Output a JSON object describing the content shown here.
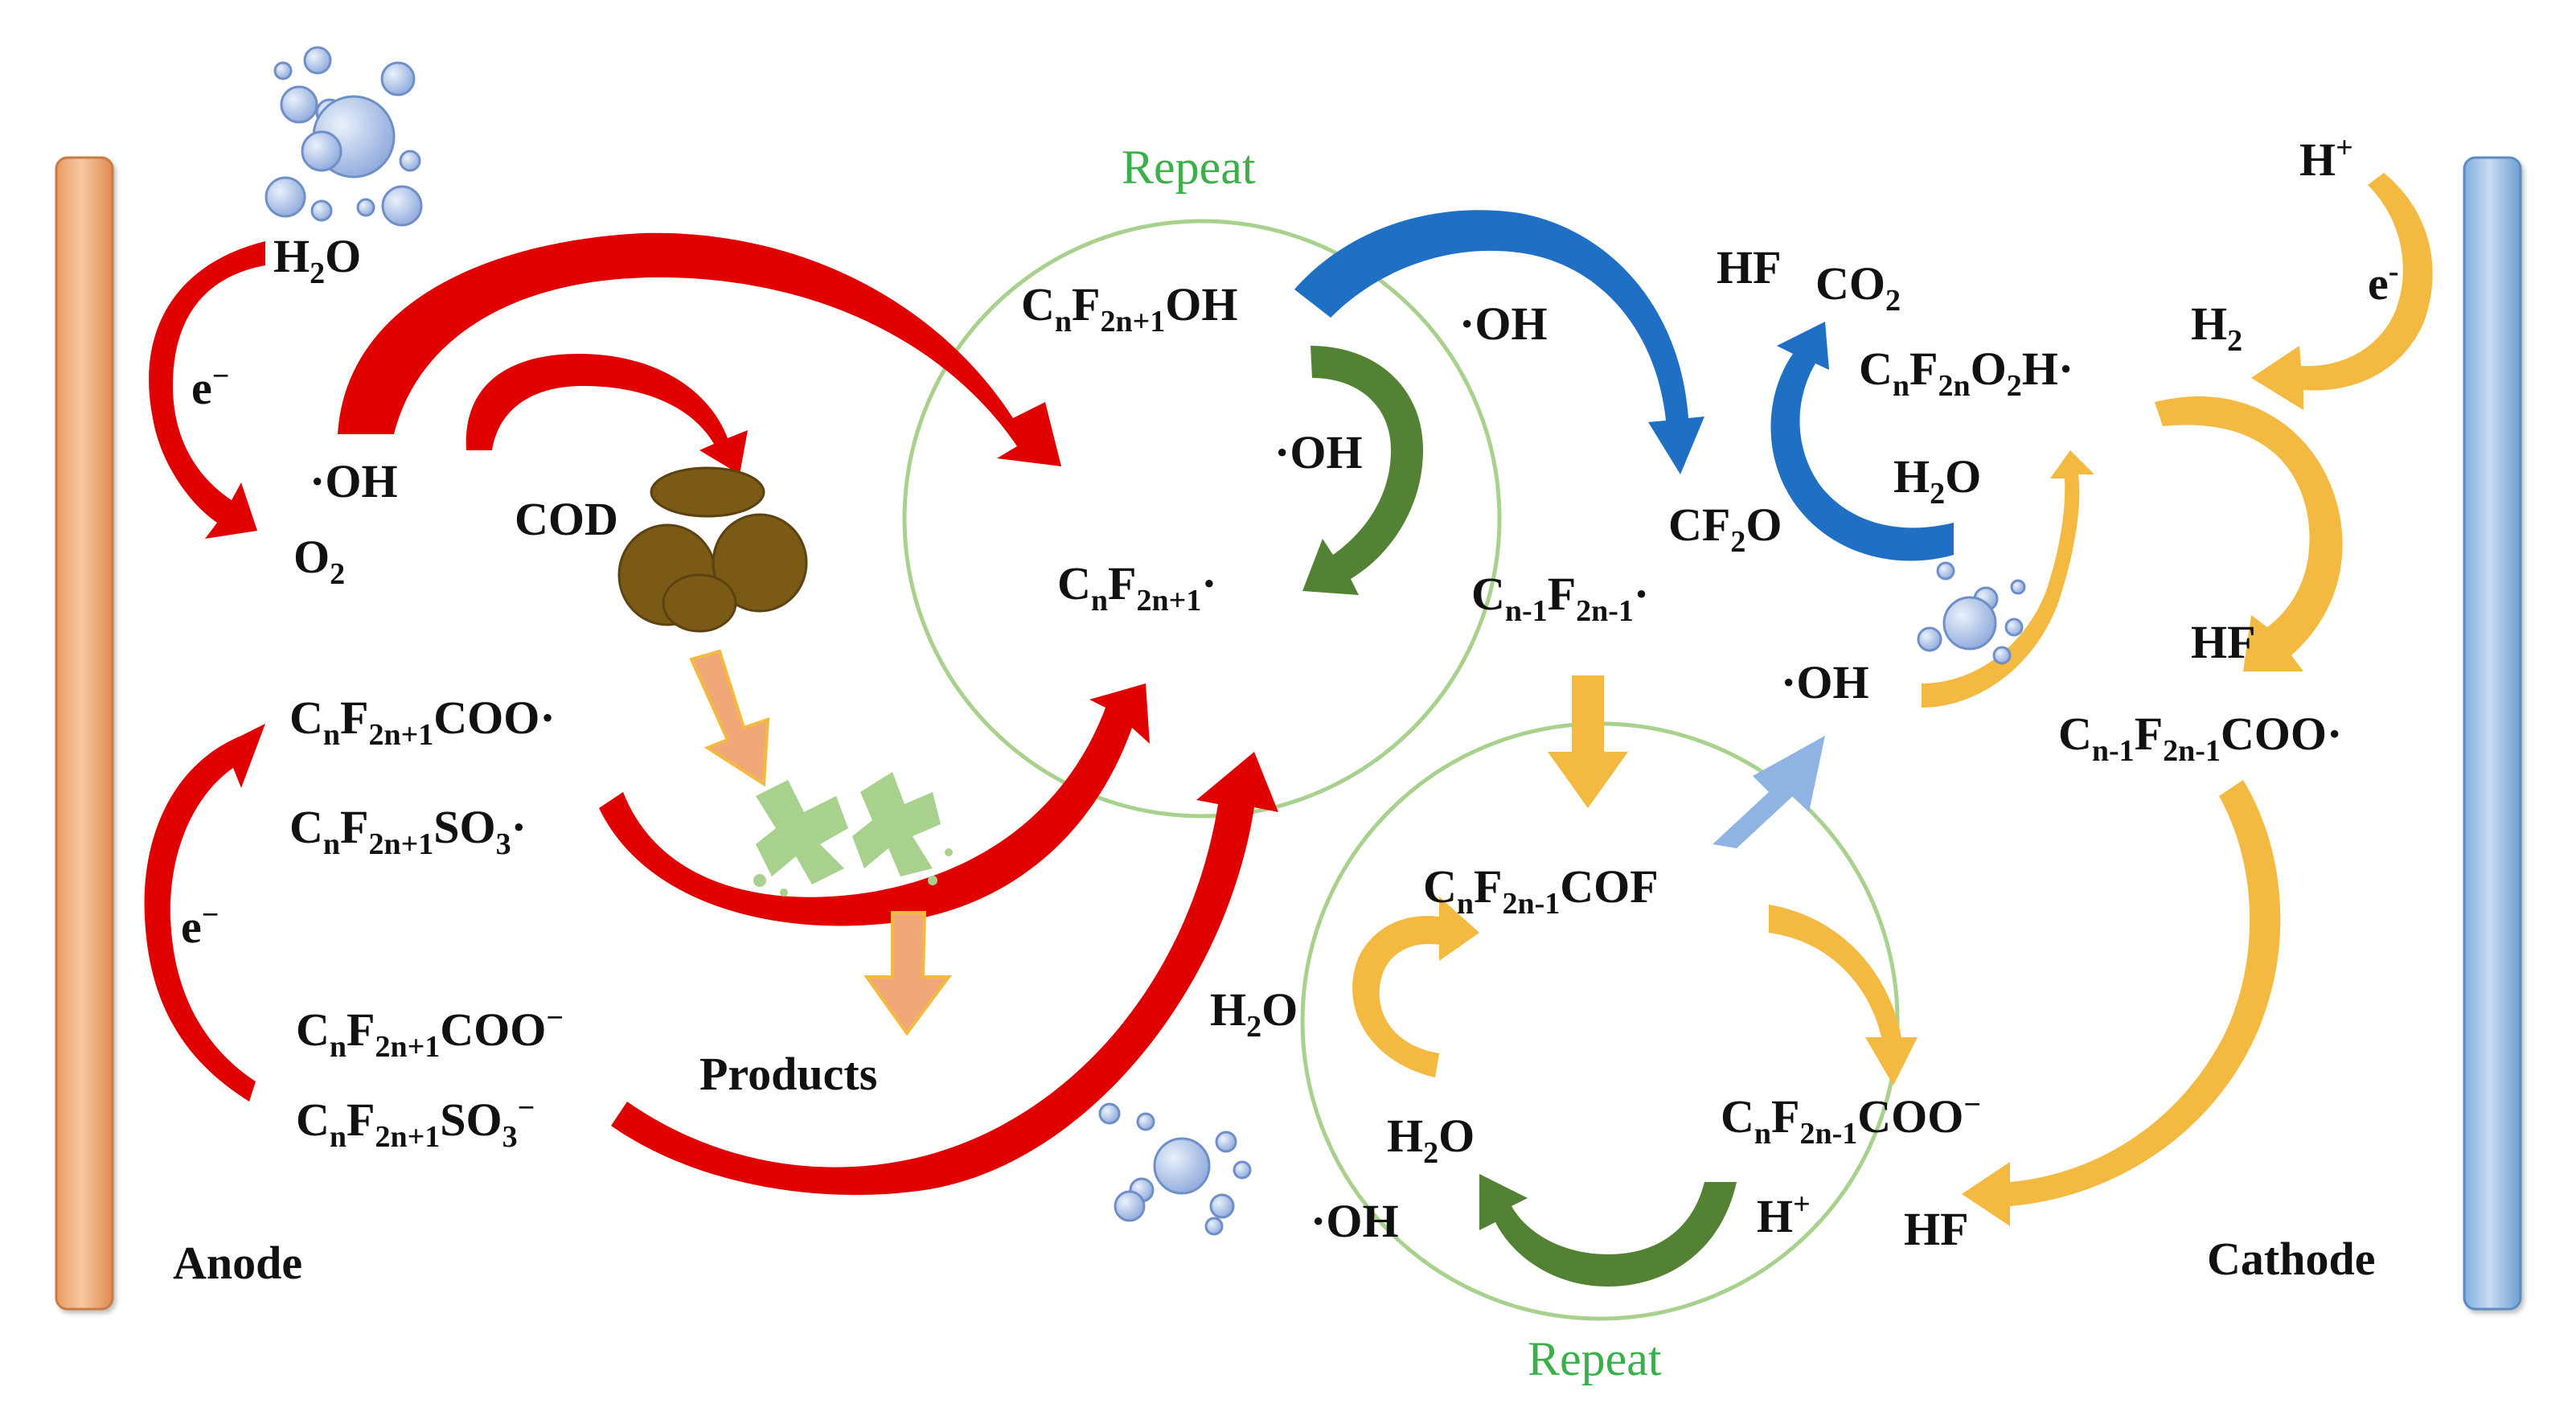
{
  "colors": {
    "anode": "#F4B183",
    "cathode": "#9DC3E6",
    "red_arrow": "#E00000",
    "blue_arrow": "#1F6FC5",
    "light_blue_arrow": "#8FB4E3",
    "green_arrow": "#548235",
    "gold_arrow": "#F4B940",
    "peach_arrow": "#F0A878",
    "cycle_circle": "#A9D18E",
    "repeat_text": "#3BB04A",
    "cod": "#7A5A14",
    "product_blob": "#A9D18E",
    "bubble": "#8FAADC"
  },
  "labels": {
    "anode": "Anode",
    "cathode": "Cathode",
    "repeat_top": "Repeat",
    "repeat_bottom": "Repeat",
    "products": "Products",
    "cod": "COD",
    "e_top": "e",
    "e_bottom": "e",
    "e_right": "e",
    "h2o_anode": "H",
    "oh_anode": "·OH",
    "o2_anode": "O",
    "r_coo_rad": "C",
    "r_so3_rad": "C",
    "r_coo_anion": "C",
    "r_so3_anion": "C",
    "r_oh": "C",
    "oh_cycle1": "·OH",
    "r_rad": "C",
    "oh_mid": "·OH",
    "cn1f2n1_rad": "C",
    "cf2o": "CF",
    "hf_top": "HF",
    "co2": "CO",
    "h2o_right": "H",
    "oh_right": "·OH",
    "cnf2no2h": "C",
    "h_plus_top": "H",
    "h2": "H",
    "hf_right": "HF",
    "cn1_coo_rad": "C",
    "cof": "C",
    "h2o_c2_left": "H",
    "h2o_c2_inner": "H",
    "oh_c2_bottom": "·OH",
    "coo_anion_c2": "C",
    "h_plus_c2": "H",
    "hf_bottom": "HF"
  },
  "icons": [
    "oxygen-bubbles-icon",
    "cod-pollutant-icon",
    "product-fragments-icon"
  ]
}
